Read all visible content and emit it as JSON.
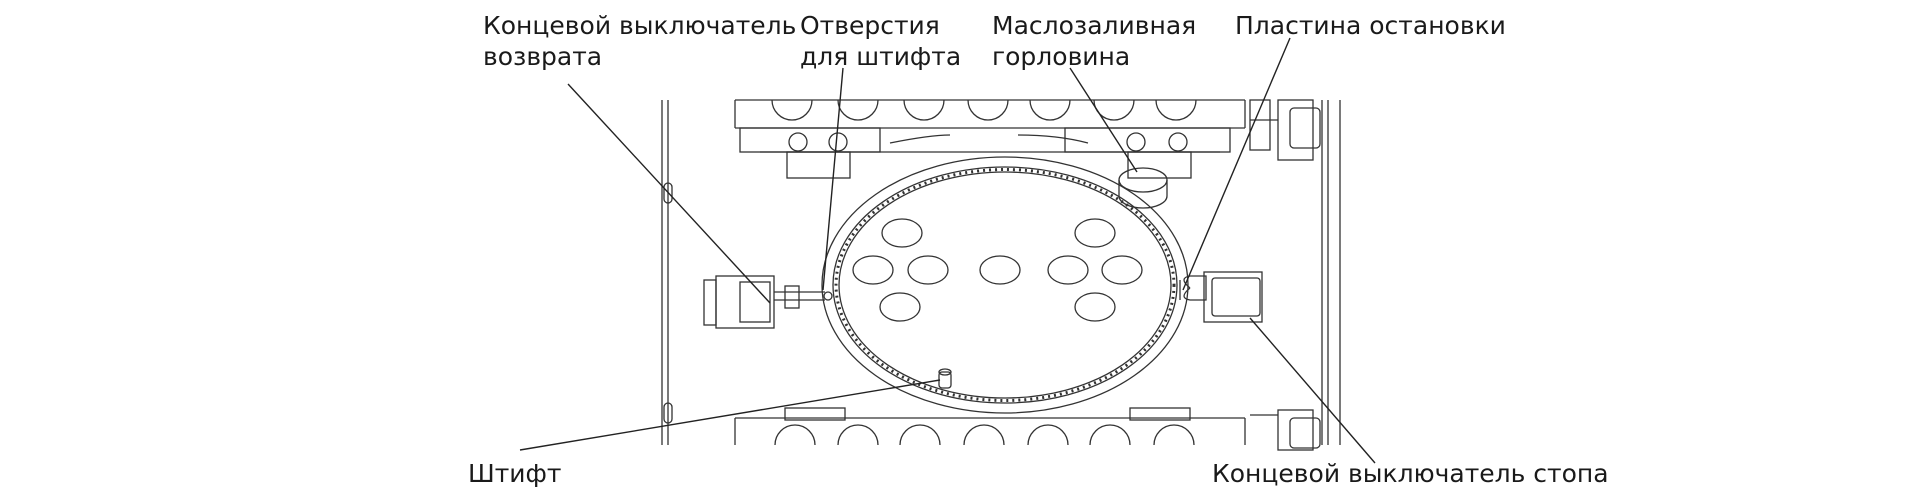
{
  "labels": {
    "return_switch": [
      "Концевой выключатель",
      "возврата"
    ],
    "pin_holes": [
      "Отверстия",
      "для штифта"
    ],
    "oil_filler": [
      "Маслозаливная",
      "горловина"
    ],
    "stop_plate": "Пластина остановки",
    "pin": "Штифт",
    "stop_switch": "Концевой выключатель стопа"
  },
  "colors": {
    "line": "#222222",
    "text": "#1a1a1a"
  }
}
